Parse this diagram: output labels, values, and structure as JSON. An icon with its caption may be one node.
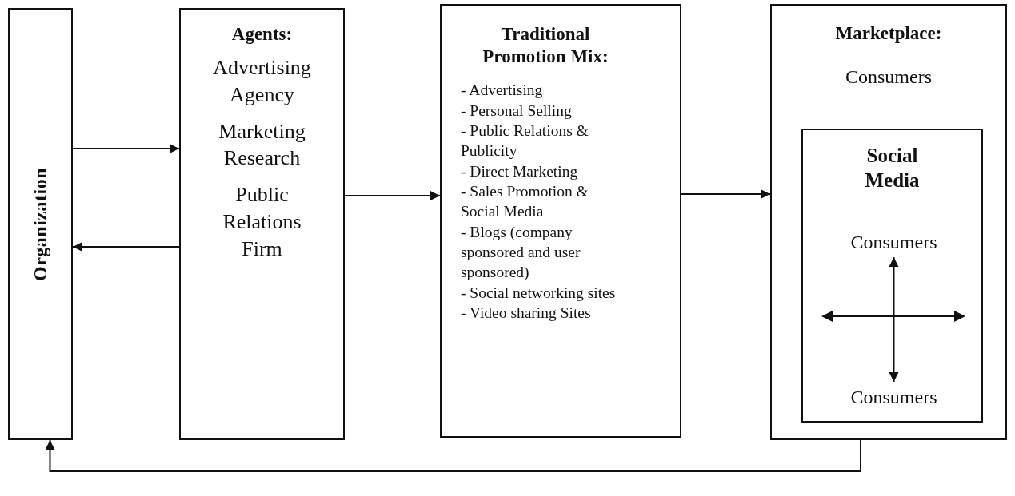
{
  "diagram": {
    "nodes": [
      {
        "text": [
          "Organization"
        ]
      },
      {
        "text": [
          "Agents:",
          "Advertising Agency",
          "Marketing Research",
          "Public Relations Firm"
        ]
      },
      {
        "text": [
          "Traditional Promotion Mix:",
          "- Advertising",
          "- Personal Selling",
          "- Public Relations & Publicity",
          "- Direct Marketing",
          "- Sales Promotion & Social Media",
          "- Blogs (company sponsored and user sponsored)",
          "- Social networking sites",
          "- Video sharing Sites"
        ]
      },
      {
        "text": [
          "Marketplace:",
          "Consumers"
        ]
      },
      {
        "text": [
          "Social Media"
        ],
        "in": 3
      },
      {
        "text": [
          "Consumers"
        ],
        "in": 4
      },
      {
        "text": [
          "Consumers"
        ],
        "in": 4
      }
    ],
    "edges": [
      {
        "from": 0,
        "to": 1,
        "arrow": "to"
      },
      {
        "from": 1,
        "to": 0,
        "arrow": "to"
      },
      {
        "from": 1,
        "to": 2,
        "arrow": "to"
      },
      {
        "from": 2,
        "to": 3,
        "arrow": "to"
      },
      {
        "from": 3,
        "to": 0,
        "arrow": "to"
      },
      {
        "from": 5,
        "to": 6,
        "arrow": "both"
      }
    ]
  }
}
